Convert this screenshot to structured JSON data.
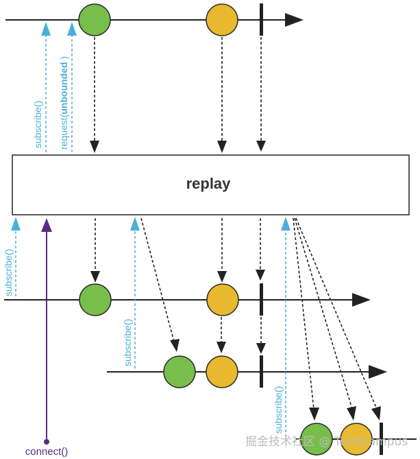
{
  "operator": {
    "label": "replay"
  },
  "colors": {
    "timeline": "#222222",
    "green": "#78be4a",
    "yellow": "#e9b92f",
    "subscribe": "#4ab0d9",
    "connect": "#5b2c83",
    "watermark": "#bdbdbd"
  },
  "source": {
    "items": [
      "green",
      "yellow"
    ],
    "completes": true,
    "subscribe_label": "subscribe()",
    "request_prefix": "request(",
    "request_emphasis": "unbounded",
    "request_suffix": " )"
  },
  "outputs": [
    {
      "subscribe_label": "subscribe()",
      "items": [
        "green",
        "yellow"
      ],
      "completes": true
    },
    {
      "subscribe_label": "subscribe()",
      "items": [
        "green",
        "yellow"
      ],
      "completes": true
    },
    {
      "subscribe_label": "subscribe()",
      "items": [
        "green",
        "yellow"
      ],
      "completes": true
    }
  ],
  "connect": {
    "label": "connect()"
  },
  "watermark": {
    "text": "掘金技术社区 @ TechCampus"
  }
}
